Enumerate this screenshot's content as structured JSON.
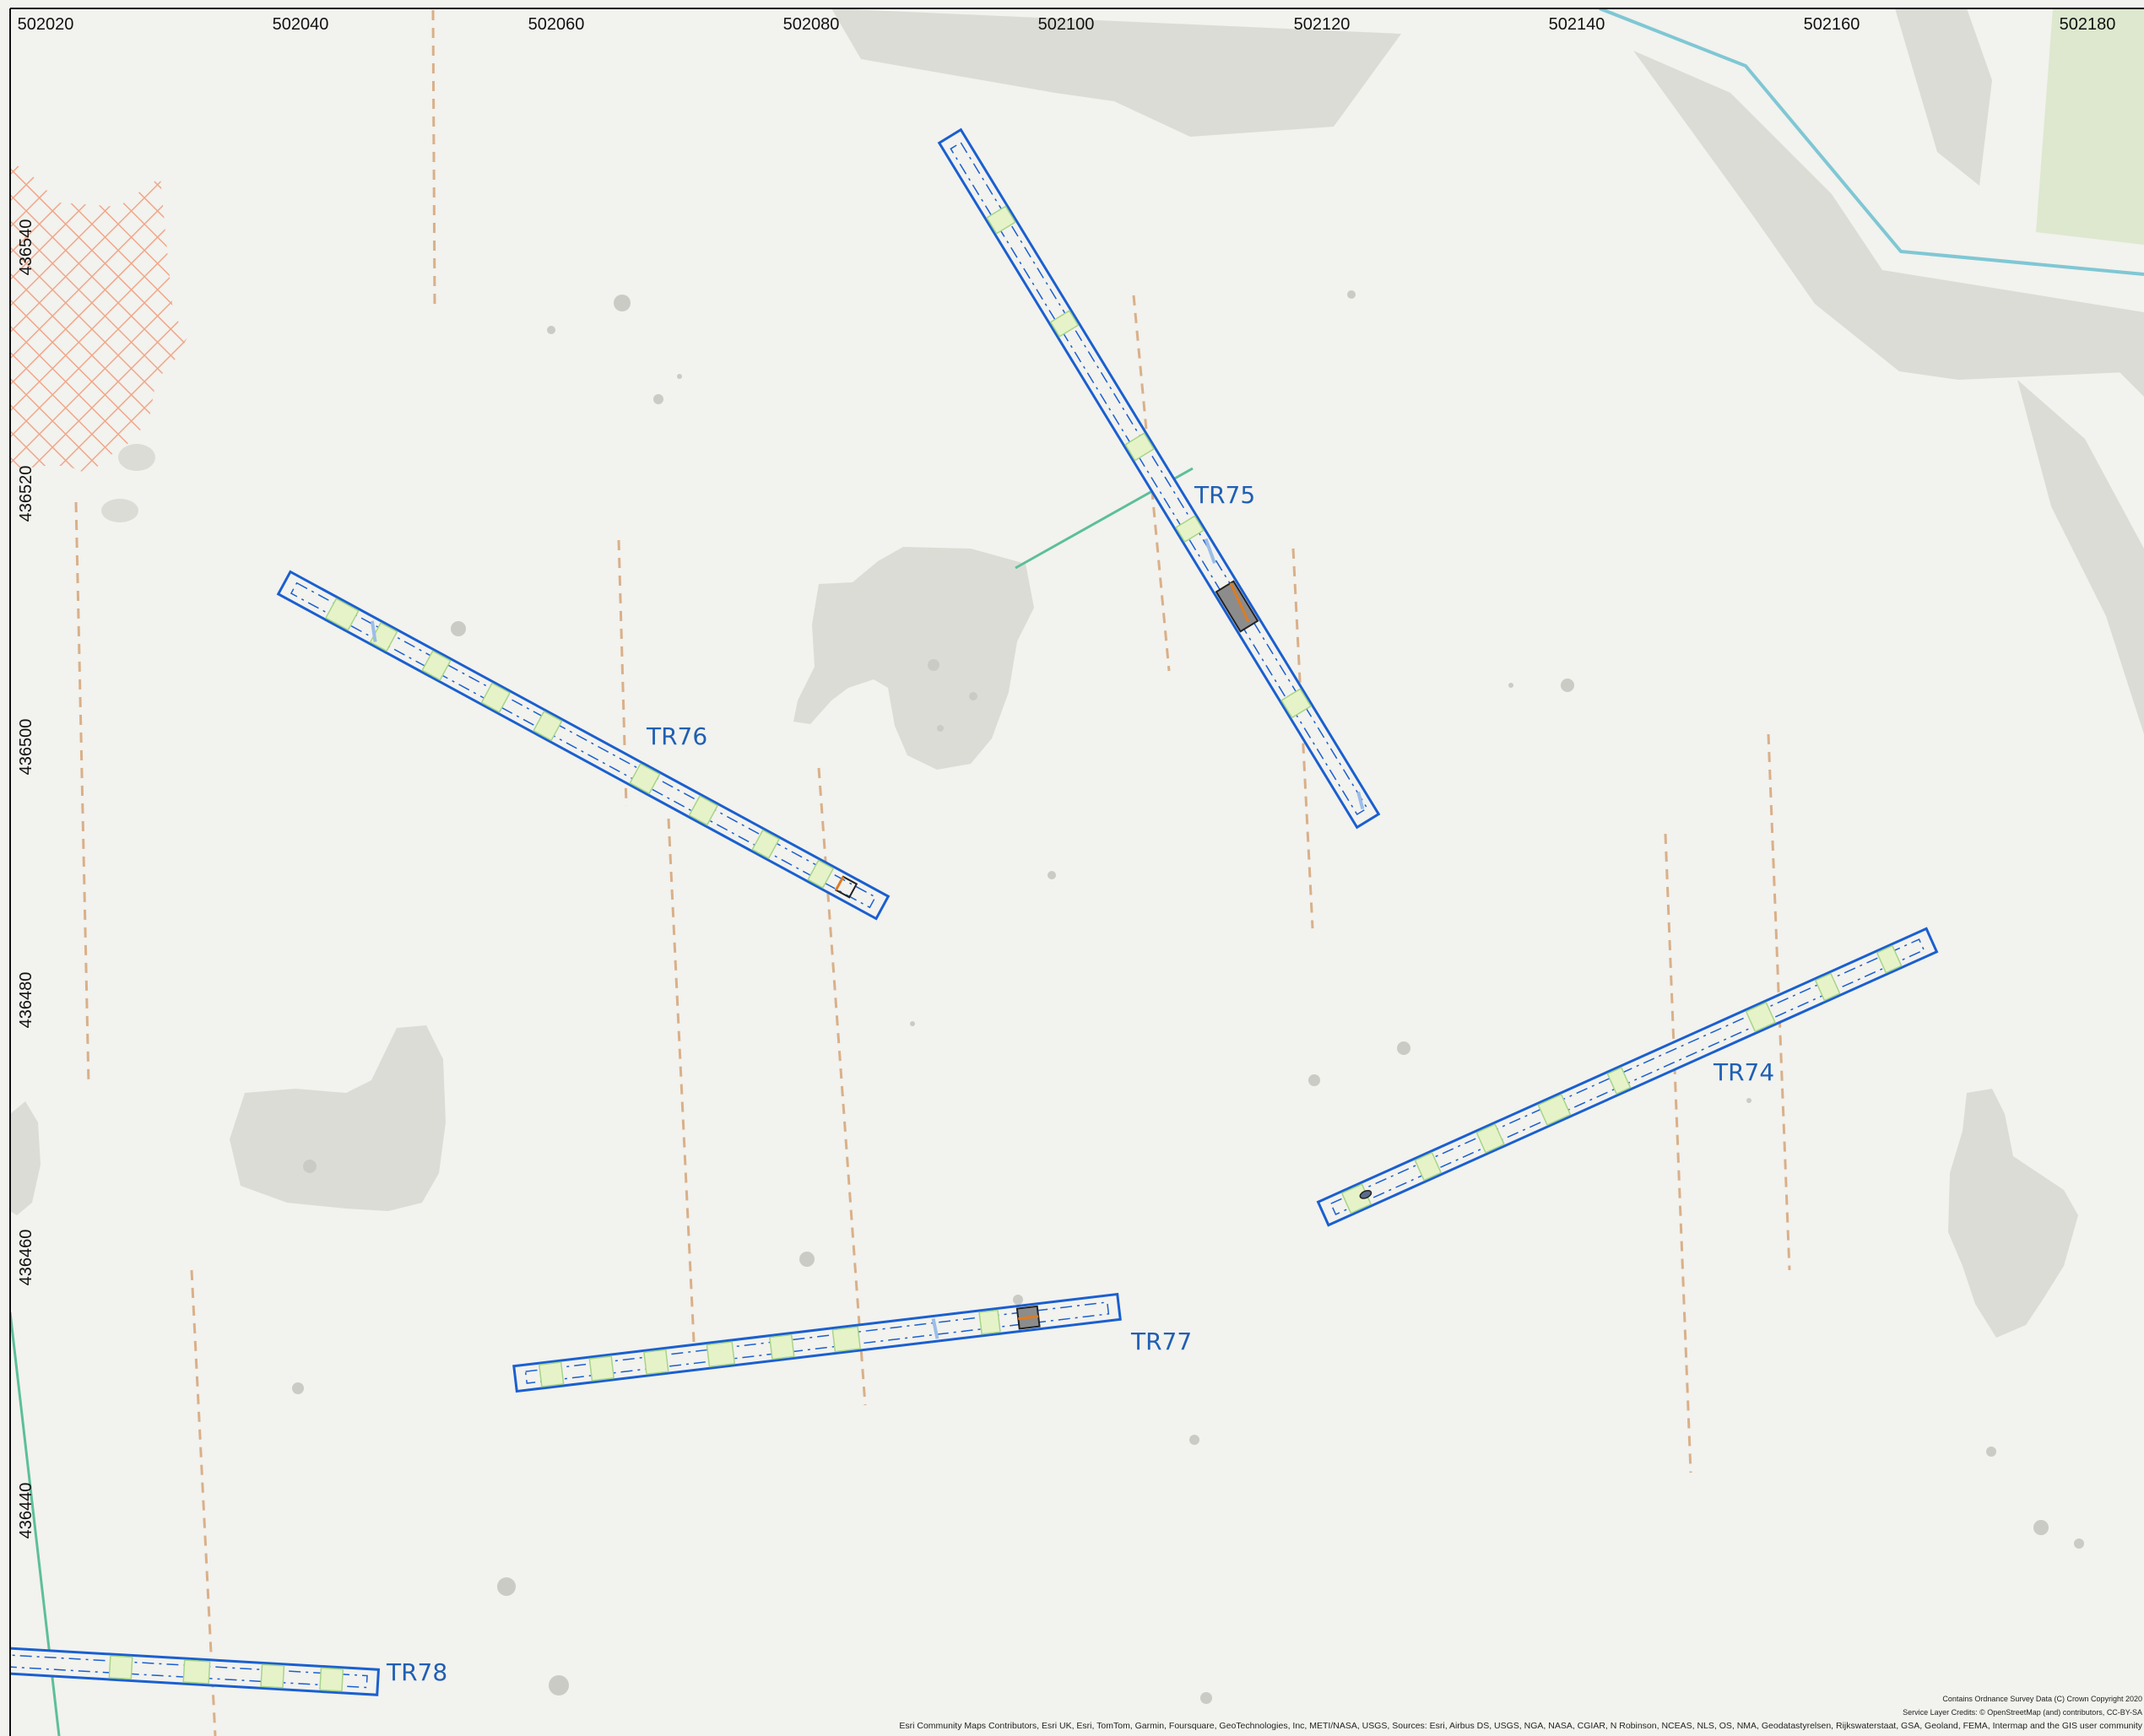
{
  "map": {
    "easting_labels": [
      "502020",
      "502040",
      "502060",
      "502080",
      "502100",
      "502120",
      "502140",
      "502160",
      "502180"
    ],
    "northing_labels": [
      "436540",
      "436520",
      "436500",
      "436480",
      "436460",
      "436440"
    ],
    "trenches": [
      {
        "id": "tr74",
        "label": "TR74"
      },
      {
        "id": "tr75",
        "label": "TR75"
      },
      {
        "id": "tr76",
        "label": "TR76"
      },
      {
        "id": "tr77",
        "label": "TR77"
      },
      {
        "id": "tr78",
        "label": "TR78"
      }
    ],
    "attribution": {
      "line1": "Contains Ordnance Survey Data (C) Crown Copyright 2020",
      "line2": "Service Layer Credits: © OpenStreetMap (and) contributors, CC-BY-SA",
      "line3": "Esri Community Maps Contributors, Esri UK, Esri, TomTom, Garmin, Foursquare, GeoTechnologies, Inc, METI/NASA, USGS, Sources: Esri, Airbus DS, USGS, NGA, NASA, CGIAR, N Robinson, NCEAS, NLS, OS, NMA, Geodatastyrelsen, Rijkswaterstaat, GSA, Geoland, FEMA, Intermap and the GIS user community"
    },
    "colors": {
      "background": "#f2f2ee",
      "landform": "#dcdcd6",
      "trench_outline": "#1a5fd0",
      "trench_label": "#1f5fb3",
      "geophysics_anomaly": "#d9b089",
      "hatch_area": "#f0a78a",
      "green_area": "#dde8cf",
      "stream": "#7fc7d4",
      "teal_line": "#5cbf9a",
      "feature_fill": "#e6f3c8"
    }
  }
}
